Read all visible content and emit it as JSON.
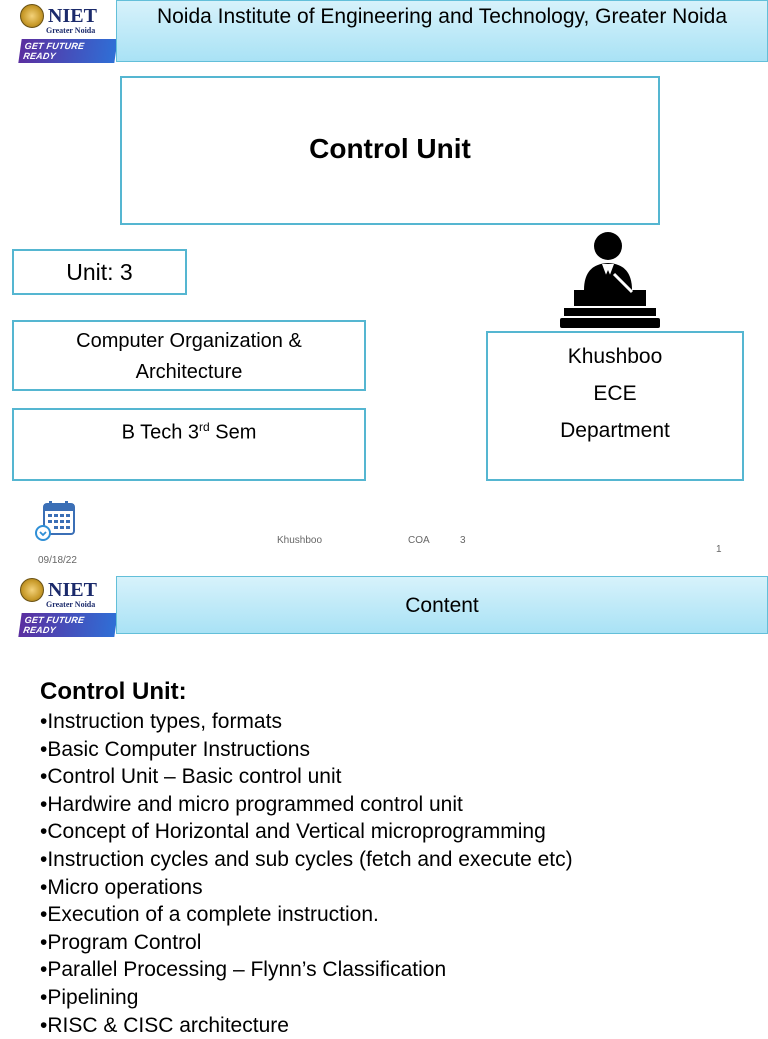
{
  "logo": {
    "name": "NIET",
    "sub": "Greater Noida",
    "tagline": "GET FUTURE READY"
  },
  "slide1": {
    "header": "Noida Institute of Engineering and Technology, Greater Noida",
    "title": "Control Unit",
    "unit": "Unit: 3",
    "subject": "Computer Organization  & Architecture",
    "course_prefix": "B Tech 3",
    "course_sup": "rd",
    "course_suffix": " Sem",
    "presenter": {
      "name": "Khushboo",
      "dept1": "ECE",
      "dept2": "Department"
    },
    "footer": {
      "date": "09/18/22",
      "author": "Khushboo",
      "subject": "COA",
      "unit": "3",
      "page": "1"
    }
  },
  "slide2": {
    "header": "Content",
    "heading": "Control Unit:",
    "items": [
      "•Instruction types, formats",
      "•Basic Computer Instructions",
      "•Control Unit – Basic control unit",
      "•Hardwire and micro programmed control unit",
      "•Concept of Horizontal and Vertical microprogramming",
      "•Instruction cycles and sub cycles (fetch and execute etc)",
      "•Micro operations",
      "•Execution of a complete instruction.",
      "•Program Control",
      "•Parallel Processing – Flynn’s Classification",
      "•Pipelining",
      "•RISC & CISC architecture"
    ]
  },
  "icons": {
    "presenter": "speaker-podium-icon",
    "calendar": "calendar-icon"
  }
}
